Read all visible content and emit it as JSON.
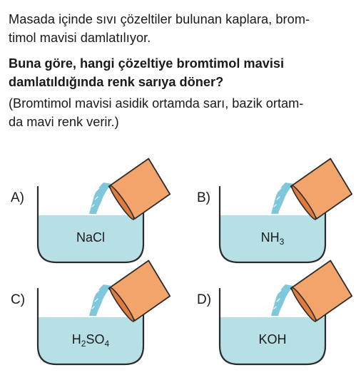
{
  "question": {
    "stem_lines": [
      "Masada içinde sıvı çözeltiler bulunan kaplara, brom-",
      "timol mavisi damlatılıyor."
    ],
    "prompt_lines": [
      "Buna göre, hangi çözeltiye bromtimol mavisi",
      "damlatıldığında renk sarıya döner?"
    ],
    "note_lines": [
      "(Bromtimol mavisi asidik ortamda sarı, bazik ortam-",
      "da mavi renk verir.)"
    ]
  },
  "options": [
    {
      "letter": "A)",
      "solution": "NaCl"
    },
    {
      "letter": "B)",
      "solution_parts": [
        "NH",
        "3",
        ""
      ]
    },
    {
      "letter": "C)",
      "solution_parts": [
        "H",
        "2",
        "SO",
        "4"
      ]
    },
    {
      "letter": "D)",
      "solution": "KOH"
    }
  ],
  "colors": {
    "liquid": "#b7dfe6",
    "beaker_outline": "#2b2b2b",
    "cup_fill": "#f2a46b",
    "cup_rim": "#e07b3c",
    "stream": "#7fc7db"
  }
}
